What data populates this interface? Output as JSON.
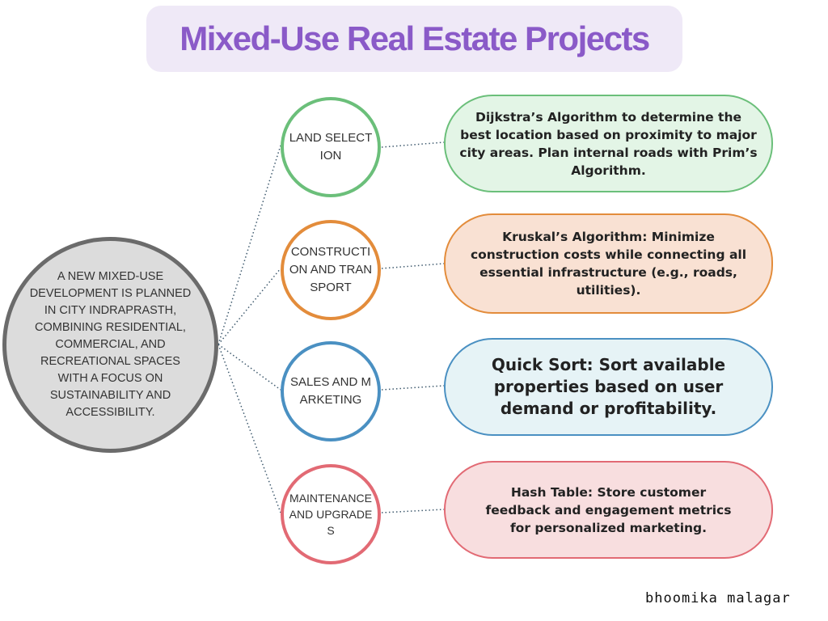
{
  "title": "Mixed-Use Real Estate Projects",
  "main_node": "A NEW MIXED-USE DEVELOPMENT IS PLANNED IN CITY INDRAPRASTH, COMBINING RESIDENTIAL, COMMERCIAL, AND RECREATIONAL SPACES WITH A FOCUS ON SUSTAINABILITY AND ACCESSIBILITY.",
  "branches": [
    {
      "label": "LAND SELECTION",
      "detail": "Dijkstra’s Algorithm to determine the best location based on proximity to major city areas. Plan internal roads with Prim’s Algorithm.",
      "color": "#6bbf7a",
      "fill": "#e3f5e6"
    },
    {
      "label": "CONSTRUCTION AND TRANSPORT",
      "detail": "Kruskal’s Algorithm: Minimize construction costs while connecting all essential infrastructure (e.g., roads, utilities).",
      "color": "#e38c3b",
      "fill": "#f9e1d3"
    },
    {
      "label": "SALES AND MARKETING",
      "detail": "Quick Sort: Sort available properties based on user demand or profitability.",
      "color": "#4a90c2",
      "fill": "#e6f3f6"
    },
    {
      "label": "MAINTENANCE AND UPGRADES",
      "detail": "Hash Table: Store customer feedback and engagement metrics for personalized marketing.",
      "color": "#e26a74",
      "fill": "#f8dedf"
    }
  ],
  "author": "bhoomika malagar"
}
